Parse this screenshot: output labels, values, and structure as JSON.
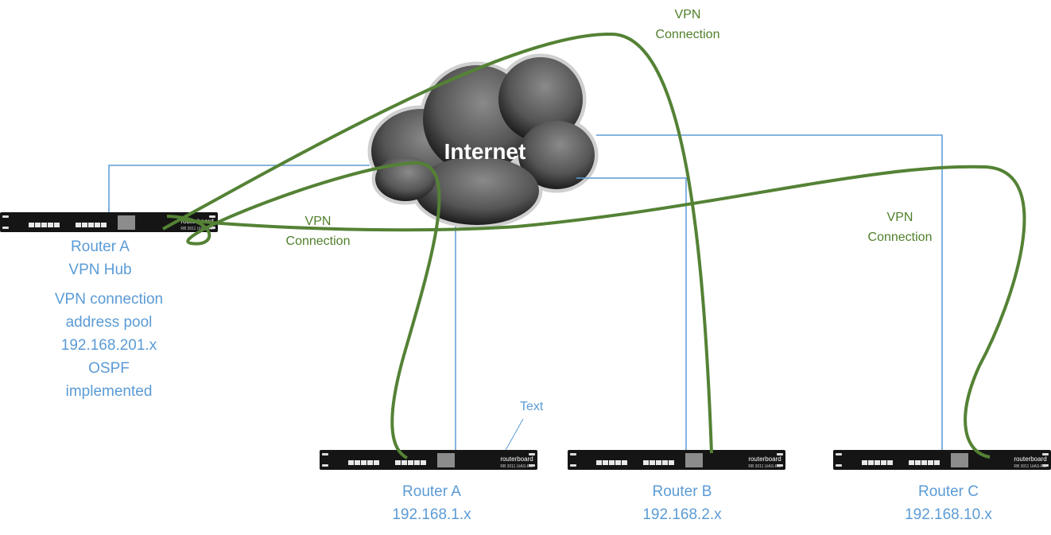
{
  "colors": {
    "link": "#5b9bd5",
    "vpn": "#548235",
    "label_blue": "#5b9bd5",
    "label_green": "#4f7f2a"
  },
  "cloud": {
    "label": "Internet"
  },
  "hub": {
    "lines": [
      "Router A",
      "VPN Hub"
    ],
    "notes": [
      "VPN connection",
      "address pool",
      "192.168.201.x",
      "OSPF",
      "implemented"
    ]
  },
  "routers": [
    {
      "name": "Router A",
      "subnet": "192.168.1.x"
    },
    {
      "name": "Router B",
      "subnet": "192.168.2.x"
    },
    {
      "name": "Router C",
      "subnet": "192.168.10.x"
    }
  ],
  "device": {
    "brand": "routerboard",
    "model": "RB 3011 UiAS-RM"
  },
  "vpn_labels": [
    {
      "l1": "VPN",
      "l2": "Connection"
    },
    {
      "l1": "VPN",
      "l2": "Connection"
    },
    {
      "l1": "VPN",
      "l2": "Connection"
    }
  ],
  "callout": {
    "text": "Text"
  }
}
